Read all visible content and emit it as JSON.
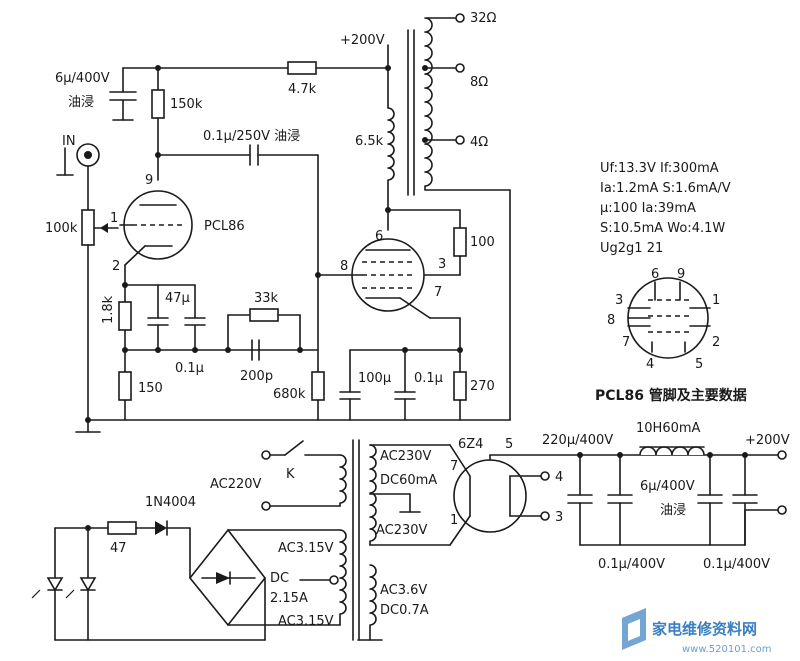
{
  "amp": {
    "b_plus": "+200V",
    "c_filter": "6μ/400V",
    "c_filter_note": "油浸",
    "r_plate": "150k",
    "r_dropper": "4.7k",
    "c_coupling": "0.1μ/250V 油浸",
    "input_label": "IN",
    "volume_pot": "100k",
    "tube": "PCL86",
    "pin_9": "9",
    "pin_1": "1",
    "pin_2": "2",
    "pin_6": "6",
    "pin_8": "8",
    "pin_3": "3",
    "pin_7": "7",
    "choke": "6.5k",
    "r_g2": "100",
    "r_cathode_tri": "1.8k",
    "c_cathode_tri": "47μ",
    "c_cathode_tri_b": "0.1μ",
    "r_tri_low": "150",
    "r_fb": "33k",
    "c_fb": "200p",
    "r_grid": "680k",
    "c_pen_a": "100μ",
    "c_pen_b": "0.1μ",
    "r_cathode_pen": "270",
    "tap_32": "32Ω",
    "tap_8": "8Ω",
    "tap_4": "4Ω"
  },
  "spec": {
    "line1": "Uf:13.3V  If:300mA",
    "line2": "Ia:1.2mA  S:1.6mA/V",
    "line3": "μ:100  Ia:39mA",
    "line4": "S:10.5mA  Wo:4.1W",
    "line5": "Ug2g1  21",
    "caption": "PCL86 管脚及主要数据",
    "pins": [
      "6",
      "9",
      "3",
      "1",
      "8",
      "7",
      "2",
      "4",
      "5"
    ]
  },
  "psu": {
    "mains": "AC220V",
    "switch": "K",
    "diode_led": "1N4004",
    "r_led": "47",
    "ac_heater": "AC3.15V",
    "dc_label": "DC",
    "dc_current": "2.15A",
    "ac_heater_b": "AC3.15V",
    "ht_a": "AC230V",
    "ht_dc": "DC60mA",
    "ht_b": "AC230V",
    "rect_tube": "6Z4",
    "rect_pin5": "5",
    "rect_pin7": "7",
    "rect_pin1": "1",
    "rect_pin4": "4",
    "rect_pin3": "3",
    "aux_ac": "AC3.6V",
    "aux_dc": "DC0.7A",
    "c_in": "220μ/400V",
    "choke": "10H60mA",
    "b_out": "+200V",
    "c_mid": "6μ/400V",
    "c_mid_note": "油浸",
    "c_small_a": "0.1μ/400V",
    "c_small_b": "0.1μ/400V"
  },
  "watermark": {
    "cn": "家电维修资料网",
    "url": "www.520101.com"
  }
}
